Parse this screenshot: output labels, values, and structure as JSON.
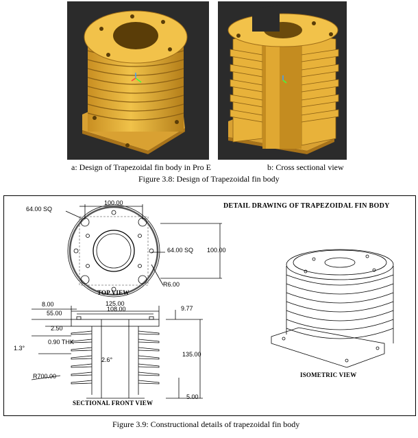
{
  "captions": {
    "render_a": "a: Design of  Trapezoidal fin body in Pro E",
    "render_b": "b: Cross sectional view",
    "figure_3_8": "Figure 3.8: Design of Trapezoidal fin body",
    "figure_3_9": "Figure 3.9: Constructional details of trapezoidal fin body"
  },
  "drawing": {
    "title": "DETAIL DRAWING OF TRAPEZOIDAL FIN BODY",
    "views": {
      "top": "TOP VIEW",
      "front": "SECTIONAL FRONT VIEW",
      "iso": "ISOMETRIC VIEW"
    },
    "dims": {
      "sq_64_left": "64.00 SQ",
      "d_100": "100.00",
      "sq_64_right": "64.00 SQ",
      "h_100": "100.00",
      "r6": "R6.00",
      "d_8": "8.00",
      "d_55": "55.00",
      "d_125": "125.00",
      "d_108": "108.00",
      "d_977": "9.77",
      "d_250": "2.50",
      "d_090": "0.90 THK",
      "d_13": "1.3°",
      "d_26": "2.6°",
      "d_135": "135.00",
      "r700": "R700.00",
      "d_5": "5.00"
    }
  },
  "colors": {
    "render_bg": "#2b2b2b",
    "body_yellow": "#e8b23a",
    "body_shadow": "#b8821c",
    "line": "#000000"
  }
}
